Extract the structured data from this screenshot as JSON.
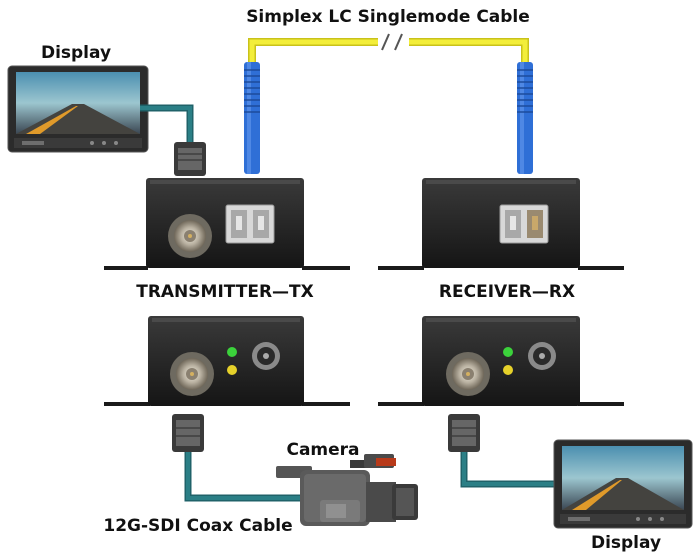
{
  "labels": {
    "fiber_cable": "Simplex LC Singlemode Cable",
    "display_top": "Display",
    "transmitter": "TRANSMITTER—TX",
    "receiver": "RECEIVER—RX",
    "camera": "Camera",
    "coax_cable": "12G-SDI Coax Cable",
    "display_bottom": "Display"
  },
  "colors": {
    "fiber_jacket": "#f3ee3a",
    "fiber_boot": "#2f6fd6",
    "coax": "#2b7f86",
    "housing": "#222222",
    "led_green": "#3bd23b",
    "led_yellow": "#e6d12a"
  }
}
